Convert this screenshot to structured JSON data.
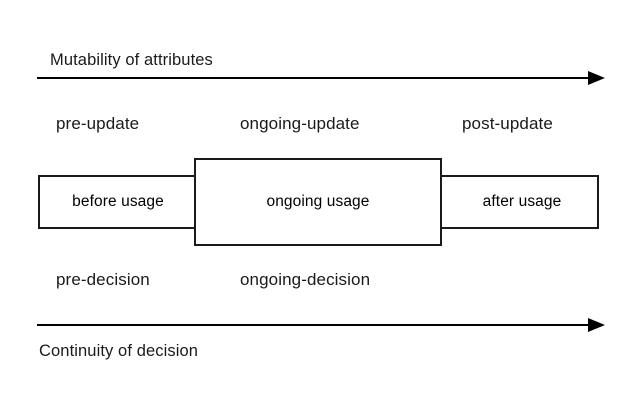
{
  "diagram": {
    "title": "Mutability of attributes / Continuity of decision timeline",
    "colors": {
      "ink": "#1a1a1a",
      "line": "#000000",
      "background": "#ffffff"
    },
    "top_axis": {
      "caption": "Mutability of attributes",
      "arrow_name": "top-axis-arrow",
      "direction": "right"
    },
    "bottom_axis": {
      "caption": "Continuity of decision",
      "arrow_name": "bottom-axis-arrow",
      "direction": "right"
    },
    "update_phases": [
      {
        "label": "pre-update"
      },
      {
        "label": "ongoing-update"
      },
      {
        "label": "post-update"
      }
    ],
    "usage_band": {
      "cells": [
        {
          "label": "before usage",
          "emphasis": "outer"
        },
        {
          "label": "ongoing usage",
          "emphasis": "center"
        },
        {
          "label": "after usage",
          "emphasis": "outer"
        }
      ]
    },
    "decision_phases": [
      {
        "label": "pre-decision"
      },
      {
        "label": "ongoing-decision"
      }
    ]
  }
}
